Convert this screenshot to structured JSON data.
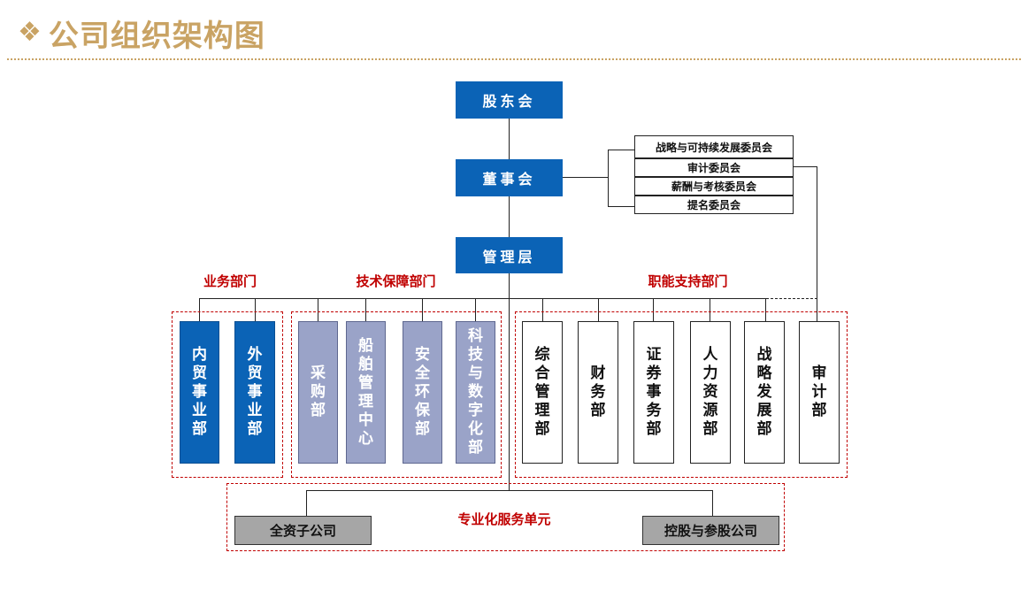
{
  "header": {
    "title": "公司组织架构图"
  },
  "top": {
    "shareholders": "股东会",
    "board": "董事会",
    "management": "管理层"
  },
  "committees": [
    "战略与可持续发展委员会",
    "审计委员会",
    "薪酬与考核委员会",
    "提名委员会"
  ],
  "sections": {
    "business": "业务部门",
    "tech": "技术保障部门",
    "support": "职能支持部门",
    "service": "专业化服务单元"
  },
  "business_depts": [
    "内贸事业部",
    "外贸事业部"
  ],
  "tech_depts": [
    "采购部",
    "船舶管理中心",
    "安全环保部",
    "科技与数字化部"
  ],
  "support_depts": [
    "综合管理部",
    "财务部",
    "证券事务部",
    "人力资源部",
    "战略发展部",
    "审计部"
  ],
  "service_units": [
    "全资子公司",
    "控股与参股公司"
  ]
}
